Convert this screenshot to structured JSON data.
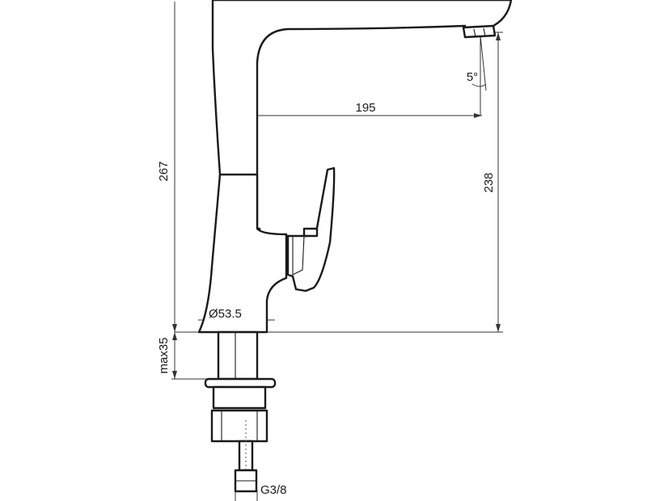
{
  "dimensions": {
    "overall_height": "267",
    "spout_height": "238",
    "spout_reach": "195",
    "spout_angle": "5°",
    "base_diameter": "Ø53.5",
    "max_counter_thickness": "max35",
    "connection_thread": "G3/8"
  },
  "colors": {
    "line": "#1a1a1a",
    "dimension_line": "#333333",
    "background": "#ffffff"
  }
}
